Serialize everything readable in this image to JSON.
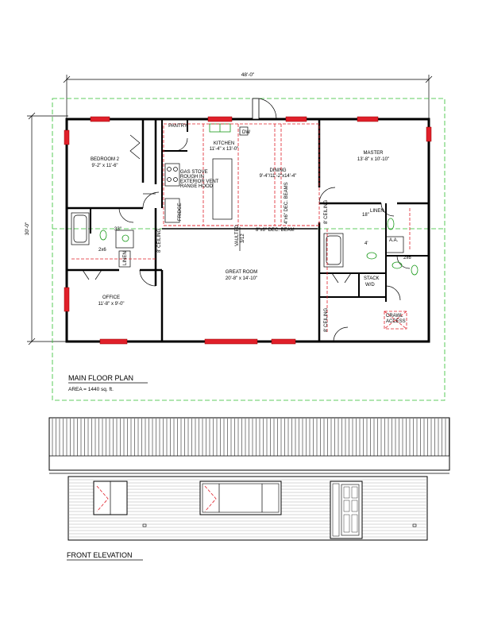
{
  "overall_width": "48'-0\"",
  "overall_depth": "30'-0\"",
  "plan_title": "MAIN FLOOR PLAN",
  "area_text": "AREA =  1440 sq. ft.",
  "elevation_title": "FRONT ELEVATION",
  "rooms": {
    "bedroom2": {
      "name": "BEDROOM 2",
      "size": "9'-2\" x 11'-6\""
    },
    "pantry": {
      "name": "PANTRY"
    },
    "kitchen": {
      "name": "KITCHEN",
      "size": "11'-4\" x 13'-0\""
    },
    "dining": {
      "name": "DINING",
      "size": "9'-4\"/11'-2\"x14'-4\""
    },
    "master": {
      "name": "MASTER",
      "size": "13'-8\" x 10'-10\""
    },
    "office": {
      "name": "OFFICE",
      "size": "11'-8\" x 9'-0\""
    },
    "great_room": {
      "name": "GREAT ROOM",
      "size": "20'-8\" x 14'-10\""
    }
  },
  "notes": {
    "dw": "DW",
    "gas_stove": [
      "GAS STOVE",
      "ROUGH IN",
      "EXTERIOR VENT",
      "RANGE HOOD"
    ],
    "fridge": "FRIDGE",
    "beam_vertical": "4\"x6\" DEC. BEAMS",
    "beam_horizontal": "8\"x6\" DEC. BEAM",
    "vaulted": [
      "VAULTED",
      "3/12"
    ],
    "ceiling_left": "8' CEILING",
    "ceiling_mid": "8' CEILING",
    "ceiling_right": "8' CEILING",
    "linen_bath": "LINEN",
    "linen_master": "LINEN",
    "stack": [
      "STACK",
      "W/D"
    ],
    "aa": "A.A.",
    "crawl": [
      "CRAWL",
      "ACCESS"
    ],
    "dim_33": "33\"",
    "dim_2x6_left": "2x6",
    "dim_2x6_right": "2x6",
    "dim_18": "18\"",
    "dim_4": "4'"
  }
}
